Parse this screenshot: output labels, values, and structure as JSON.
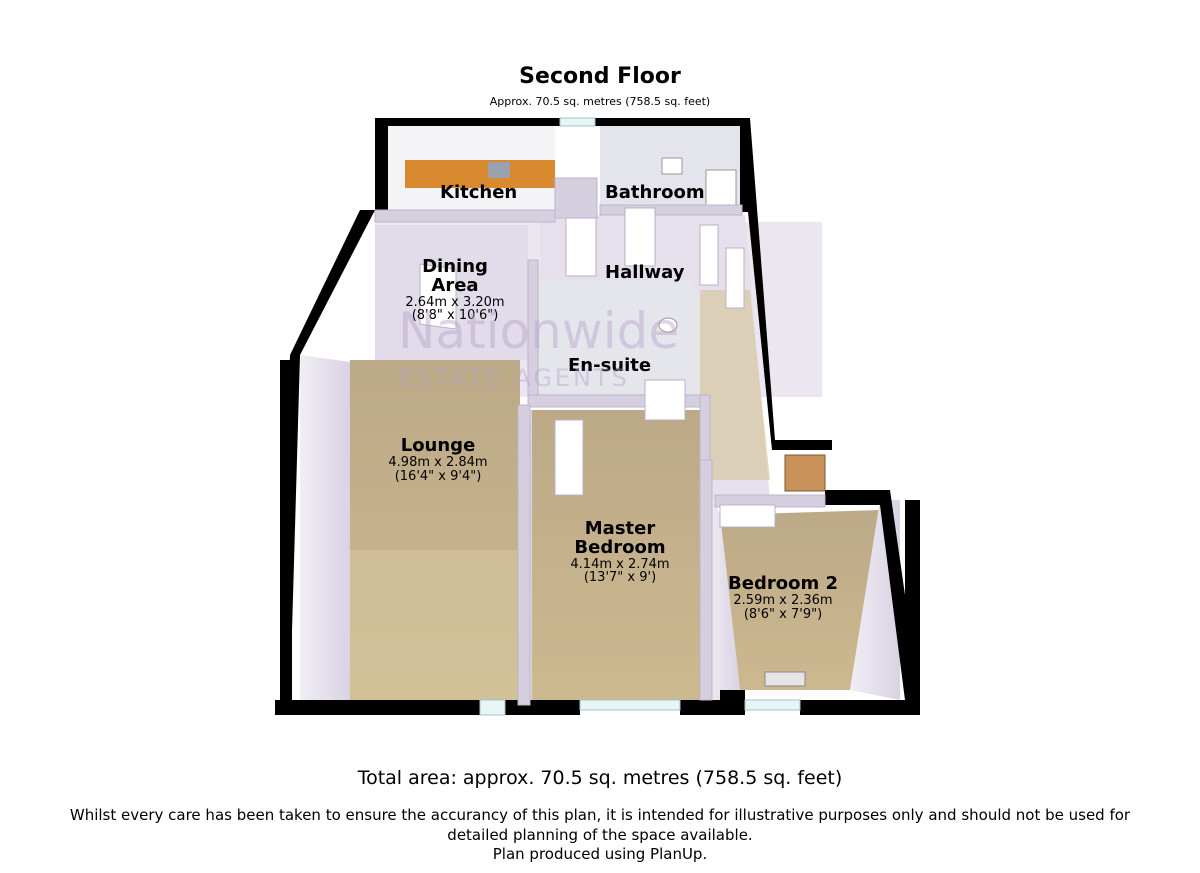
{
  "header": {
    "title": "Second Floor",
    "subtitle": "Approx. 70.5 sq. metres (758.5 sq. feet)"
  },
  "watermark": {
    "line1": "Nationwide",
    "line2": "ESTATE AGENTS"
  },
  "rooms": {
    "kitchen": {
      "name": "Kitchen"
    },
    "bathroom": {
      "name": "Bathroom"
    },
    "hallway": {
      "name": "Hallway"
    },
    "dining": {
      "name_line1": "Dining",
      "name_line2": "Area",
      "metric": "2.64m x 3.20m",
      "imperial": "(8'8\" x 10'6\")"
    },
    "ensuite": {
      "name": "En-suite"
    },
    "lounge": {
      "name": "Lounge",
      "metric": "4.98m x 2.84m",
      "imperial": "(16'4\" x 9'4\")"
    },
    "master": {
      "name_line1": "Master",
      "name_line2": "Bedroom",
      "metric": "4.14m x 2.74m",
      "imperial": "(13'7\" x 9')"
    },
    "bedroom2": {
      "name": "Bedroom 2",
      "metric": "2.59m x 2.36m",
      "imperial": "(8'6\" x 7'9\")"
    }
  },
  "footer": {
    "total": "Total area: approx. 70.5 sq. metres (758.5 sq. feet)",
    "disclaimer_line1": "Whilst every care has been taken to ensure the accurancy of this plan, it is intended for illustrative purposes only and should not be used for",
    "disclaimer_line2": "detailed planning of the space available.",
    "produced_by": "Plan produced using PlanUp."
  },
  "colors": {
    "wall": "#000000",
    "interior_wall": "#e6e1ec",
    "carpet_light": "#d8c9a6",
    "carpet_dark": "#b9a683",
    "tile": "#e2e2ea",
    "worktop": "#d98a2e",
    "watermark_purple": "#b7a3c9",
    "watermark_green": "#c9cc7a"
  }
}
